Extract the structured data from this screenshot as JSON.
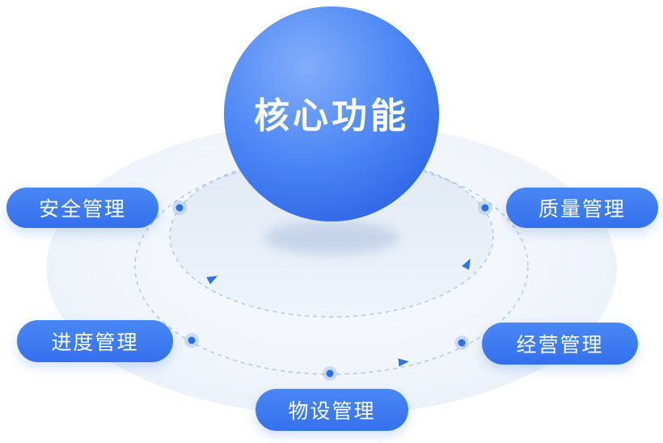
{
  "diagram": {
    "center_label": "核心功能",
    "nodes": [
      {
        "label": "安全管理",
        "position": "left-top"
      },
      {
        "label": "质量管理",
        "position": "right-top"
      },
      {
        "label": "进度管理",
        "position": "left-bottom"
      },
      {
        "label": "经营管理",
        "position": "right-bottom"
      },
      {
        "label": "物设管理",
        "position": "bottom-center"
      }
    ]
  },
  "colors": {
    "sphere-top": "#82adfa",
    "sphere-mid": "#4b86f5",
    "sphere-deep": "#1f55dd",
    "pill-top": "#4a87f4",
    "pill-bottom": "#3470ee",
    "orbit-stroke": "#a9c5e9",
    "dot-core": "#2a6ded",
    "dot-halo": "#7fa8f3",
    "arrow": "#2e72ee",
    "background-ellipse": "#f2f6fb",
    "inner-disc": "#e1e9f4"
  }
}
